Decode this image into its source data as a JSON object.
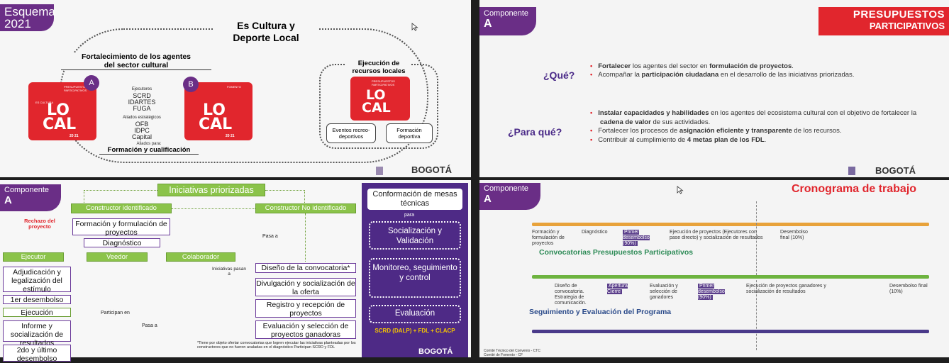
{
  "s1": {
    "tag_line1": "Esquema",
    "tag_line2": "2021",
    "title_line1": "Es Cultura y",
    "title_line2": "Deporte Local",
    "left_heading_line1": "Fortalecimiento de los agentes",
    "left_heading_line2": "del sector cultural",
    "badge_a": "A",
    "badge_b": "B",
    "card_top": "PRESUPUESTOS PARTICIPATIVOS",
    "card_sub": "ES CULTURA",
    "card_lo": "LO",
    "card_cal": "CAL",
    "card_year": "20 21",
    "card_b_top": "FOMENTO",
    "executors_label": "Ejecutores",
    "executors": [
      "SCRD",
      "IDARTES",
      "FUGA"
    ],
    "allies_label": "Aliados estratégicos",
    "allies": [
      "OFB",
      "IDPC",
      "Capital"
    ],
    "allies_bottom_label": "Aliados para:",
    "bottom_text": "Formación y cualificación",
    "right_heading_line1": "Ejecución de",
    "right_heading_line2": "recursos locales",
    "box1_line1": "Eventos recreo-",
    "box1_line2": "deportivos",
    "box2_line1": "Formación",
    "box2_line2": "deportiva"
  },
  "s2": {
    "tag_line1": "Componente",
    "tag_line2": "A",
    "banner_line1": "PRESUPUESTOS",
    "banner_line2": "PARTICIPATIVOS",
    "q1": "¿Qué?",
    "q1_items": [
      [
        "Fortalecer",
        " los agentes del sector en ",
        "formulación de proyectos",
        "."
      ],
      [
        "Acompañar la ",
        "participación ciudadana",
        " en el desarrollo de las iniciativas priorizadas.",
        ""
      ]
    ],
    "q2": "¿Para qué?",
    "q2_items": [
      [
        "Instalar capacidades y habilidades",
        " en los agentes del ecosistema cultural con el objetivo de fortalecer la ",
        "cadena de valor",
        " de sus actividades."
      ],
      [
        "Fortalecer los procesos de ",
        "asignación eficiente y transparente",
        " de los recursos.",
        ""
      ],
      [
        "Contribuir al cumplimiento de ",
        "4 metas plan de los FDL",
        ".",
        ""
      ]
    ],
    "logo": "BOGOTÁ"
  },
  "s3": {
    "tag_line1": "Componente",
    "tag_line2": "A",
    "top": "Iniciativas priorizadas",
    "constructor_id": "Constructor identificado",
    "constructor_noid": "Constructor No identificado",
    "rechazo": "Rechazo del proyecto",
    "formacion": "Formación y formulación de proyectos",
    "diagnostico": "Diagnóstico",
    "pasa_a": "Pasa a",
    "ejecutor": "Ejecutor",
    "veedor": "Veedor",
    "colaborador": "Colaborador",
    "adjudicacion": "Adjudicación y legalización del estímulo",
    "desembolso1": "1er desembolso",
    "ejecucion": "Ejecución",
    "informe": "Informe y socialización de resultados",
    "desembolso2": "2do y último desembolso",
    "participan_en": "Participan en",
    "pasa_a2": "Pasa a",
    "iniciativas_pasan": "Iniciativas pasan a",
    "diseno": "Diseño de la convocatoria*",
    "divulgacion": "Divulgación y socialización de la oferta",
    "registro": "Registro y recepción de proyectos",
    "evaluacion": "Evaluación y selección de proyectos ganadoras",
    "footnote": "*Tiene por objeto ofertar convocatorias que logren ejecutar las iniciativas planteadas por los constructores que no fueron avaladas en el diagnóstico Participan SCRD y FDL",
    "panel_title": "Conformación de mesas técnicas",
    "para": "para",
    "p1": "Socialización y Validación",
    "p2": "Monitoreo, seguimiento y control",
    "p3": "Evaluación",
    "panel_foot": "SCRD (DALP) + FDL + CLACP",
    "logo": "BOGOTÁ"
  },
  "s4": {
    "tag_line1": "Componente",
    "tag_line2": "A",
    "title": "Cronograma de trabajo",
    "row1_labels": [
      "Formación y formulación de proyectos",
      "Diagnóstico",
      "Primer desembolso (90%)",
      "Ejecución de proyectos (Ejecutores con pase directo) y socialización de resultados",
      "Desembolso final (10%)"
    ],
    "row2_title": "Convocatorias Presupuestos Participativos",
    "row2_labels": [
      "Diseño de convocatoria.",
      "Estrategia de comunicación.",
      "Apertura Cierre",
      "Evaluación y selección de ganadores",
      "Primer desembolso (90%)",
      "Ejecución de proyectos ganadores y socialización de resultados",
      "Desembolso final (10%)"
    ],
    "row3_title": "Seguimiento y Evaluación del Programa",
    "footer1": "Comité Técnico del Convenio - CTC",
    "footer2": "Comité de Fomento - CF"
  }
}
